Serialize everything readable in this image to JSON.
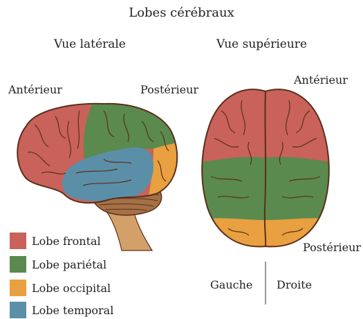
{
  "title": "Lobes cérébraux",
  "lateral": {
    "heading": "Vue latérale",
    "anterior": "Antérieur",
    "posterior": "Postérieur"
  },
  "superior": {
    "heading": "Vue supérieure",
    "anterior": "Antérieur",
    "posterior": "Postérieur",
    "left": "Gauche",
    "right": "Droite"
  },
  "legend": [
    {
      "label": "Lobe frontal",
      "color": "#c8625a"
    },
    {
      "label": "Lobe pariétal",
      "color": "#5a8a4e"
    },
    {
      "label": "Lobe occipital",
      "color": "#e8a040"
    },
    {
      "label": "Lobe temporal",
      "color": "#5b8fa8"
    }
  ],
  "colors": {
    "frontal": "#c8625a",
    "parietal": "#5a8a4e",
    "occipital": "#e8a040",
    "temporal": "#5b8fa8",
    "cerebellum": "#a47045",
    "brainstem": "#d4a06a",
    "outline": "#5a2e1a"
  }
}
